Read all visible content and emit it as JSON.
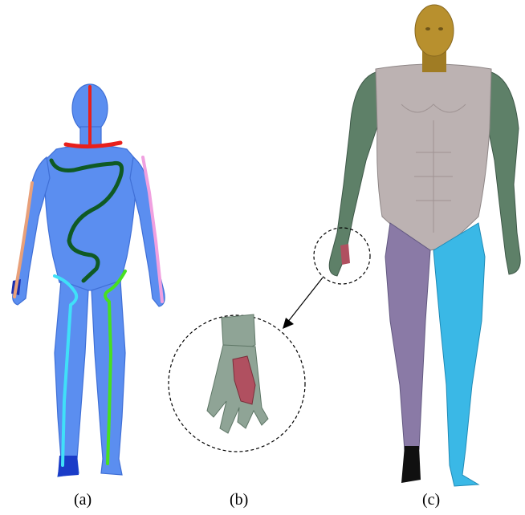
{
  "captions": {
    "a": "(a)",
    "b": "(b)",
    "c": "(c)"
  },
  "colors": {
    "background": "#ffffff",
    "mesh_blue": "#5b8ef0",
    "mesh_blue_shade": "#3f6fd6",
    "stroke_red": "#e8201c",
    "stroke_dark_green": "#0f5a24",
    "stroke_orange": "#e8a07a",
    "stroke_pink": "#f0a0e0",
    "stroke_cyan": "#40e0f8",
    "stroke_lime": "#48e020",
    "stroke_navy": "#1020c0",
    "head_gold": "#b8902e",
    "torso_gray": "#bcb2b2",
    "arm_green": "#5e8068",
    "leg_purple": "#8a7aa6",
    "leg_cyan": "#3ab8e6",
    "foot_black": "#101010",
    "hand_red": "#b05060",
    "zoom_hand": "#8fa496"
  }
}
